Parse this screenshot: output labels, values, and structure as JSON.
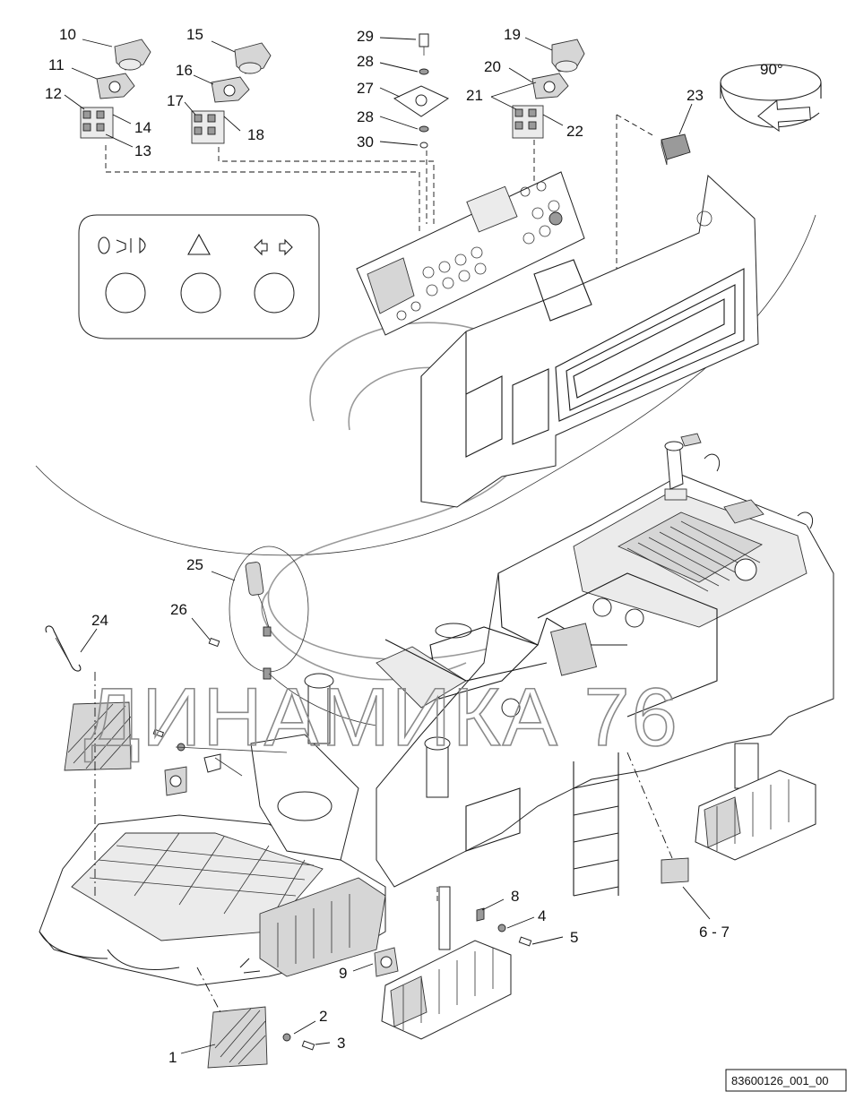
{
  "callouts": [
    {
      "id": "c1",
      "label": "1"
    },
    {
      "id": "c2",
      "label": "2"
    },
    {
      "id": "c3",
      "label": "3"
    },
    {
      "id": "c4",
      "label": "4"
    },
    {
      "id": "c5",
      "label": "5"
    },
    {
      "id": "c6",
      "label": "6 - 7"
    },
    {
      "id": "c8",
      "label": "8"
    },
    {
      "id": "c9",
      "label": "9"
    },
    {
      "id": "c10",
      "label": "10"
    },
    {
      "id": "c11",
      "label": "11"
    },
    {
      "id": "c12",
      "label": "12"
    },
    {
      "id": "c13",
      "label": "13"
    },
    {
      "id": "c14",
      "label": "14"
    },
    {
      "id": "c15",
      "label": "15"
    },
    {
      "id": "c16",
      "label": "16"
    },
    {
      "id": "c17",
      "label": "17"
    },
    {
      "id": "c18",
      "label": "18"
    },
    {
      "id": "c19",
      "label": "19"
    },
    {
      "id": "c20",
      "label": "20"
    },
    {
      "id": "c21",
      "label": "21"
    },
    {
      "id": "c22",
      "label": "22"
    },
    {
      "id": "c23",
      "label": "23"
    },
    {
      "id": "c24",
      "label": "24"
    },
    {
      "id": "c25",
      "label": "25"
    },
    {
      "id": "c26",
      "label": "26"
    },
    {
      "id": "c27",
      "label": "27"
    },
    {
      "id": "c28a",
      "label": "28"
    },
    {
      "id": "c28b",
      "label": "28"
    },
    {
      "id": "c29",
      "label": "29"
    },
    {
      "id": "c30",
      "label": "30"
    }
  ],
  "rotation_label": "90°",
  "watermark": "ДИНАМИКА 76",
  "drawing_ref": "83600126_001_00",
  "decal_icons": [
    "lights-icon",
    "hazard-triangle-icon",
    "turn-arrows-icon"
  ],
  "colors": {
    "line": "#1a1a1a",
    "fill_grey": "#d6d6d6",
    "watermark": "#8a8a8a"
  }
}
